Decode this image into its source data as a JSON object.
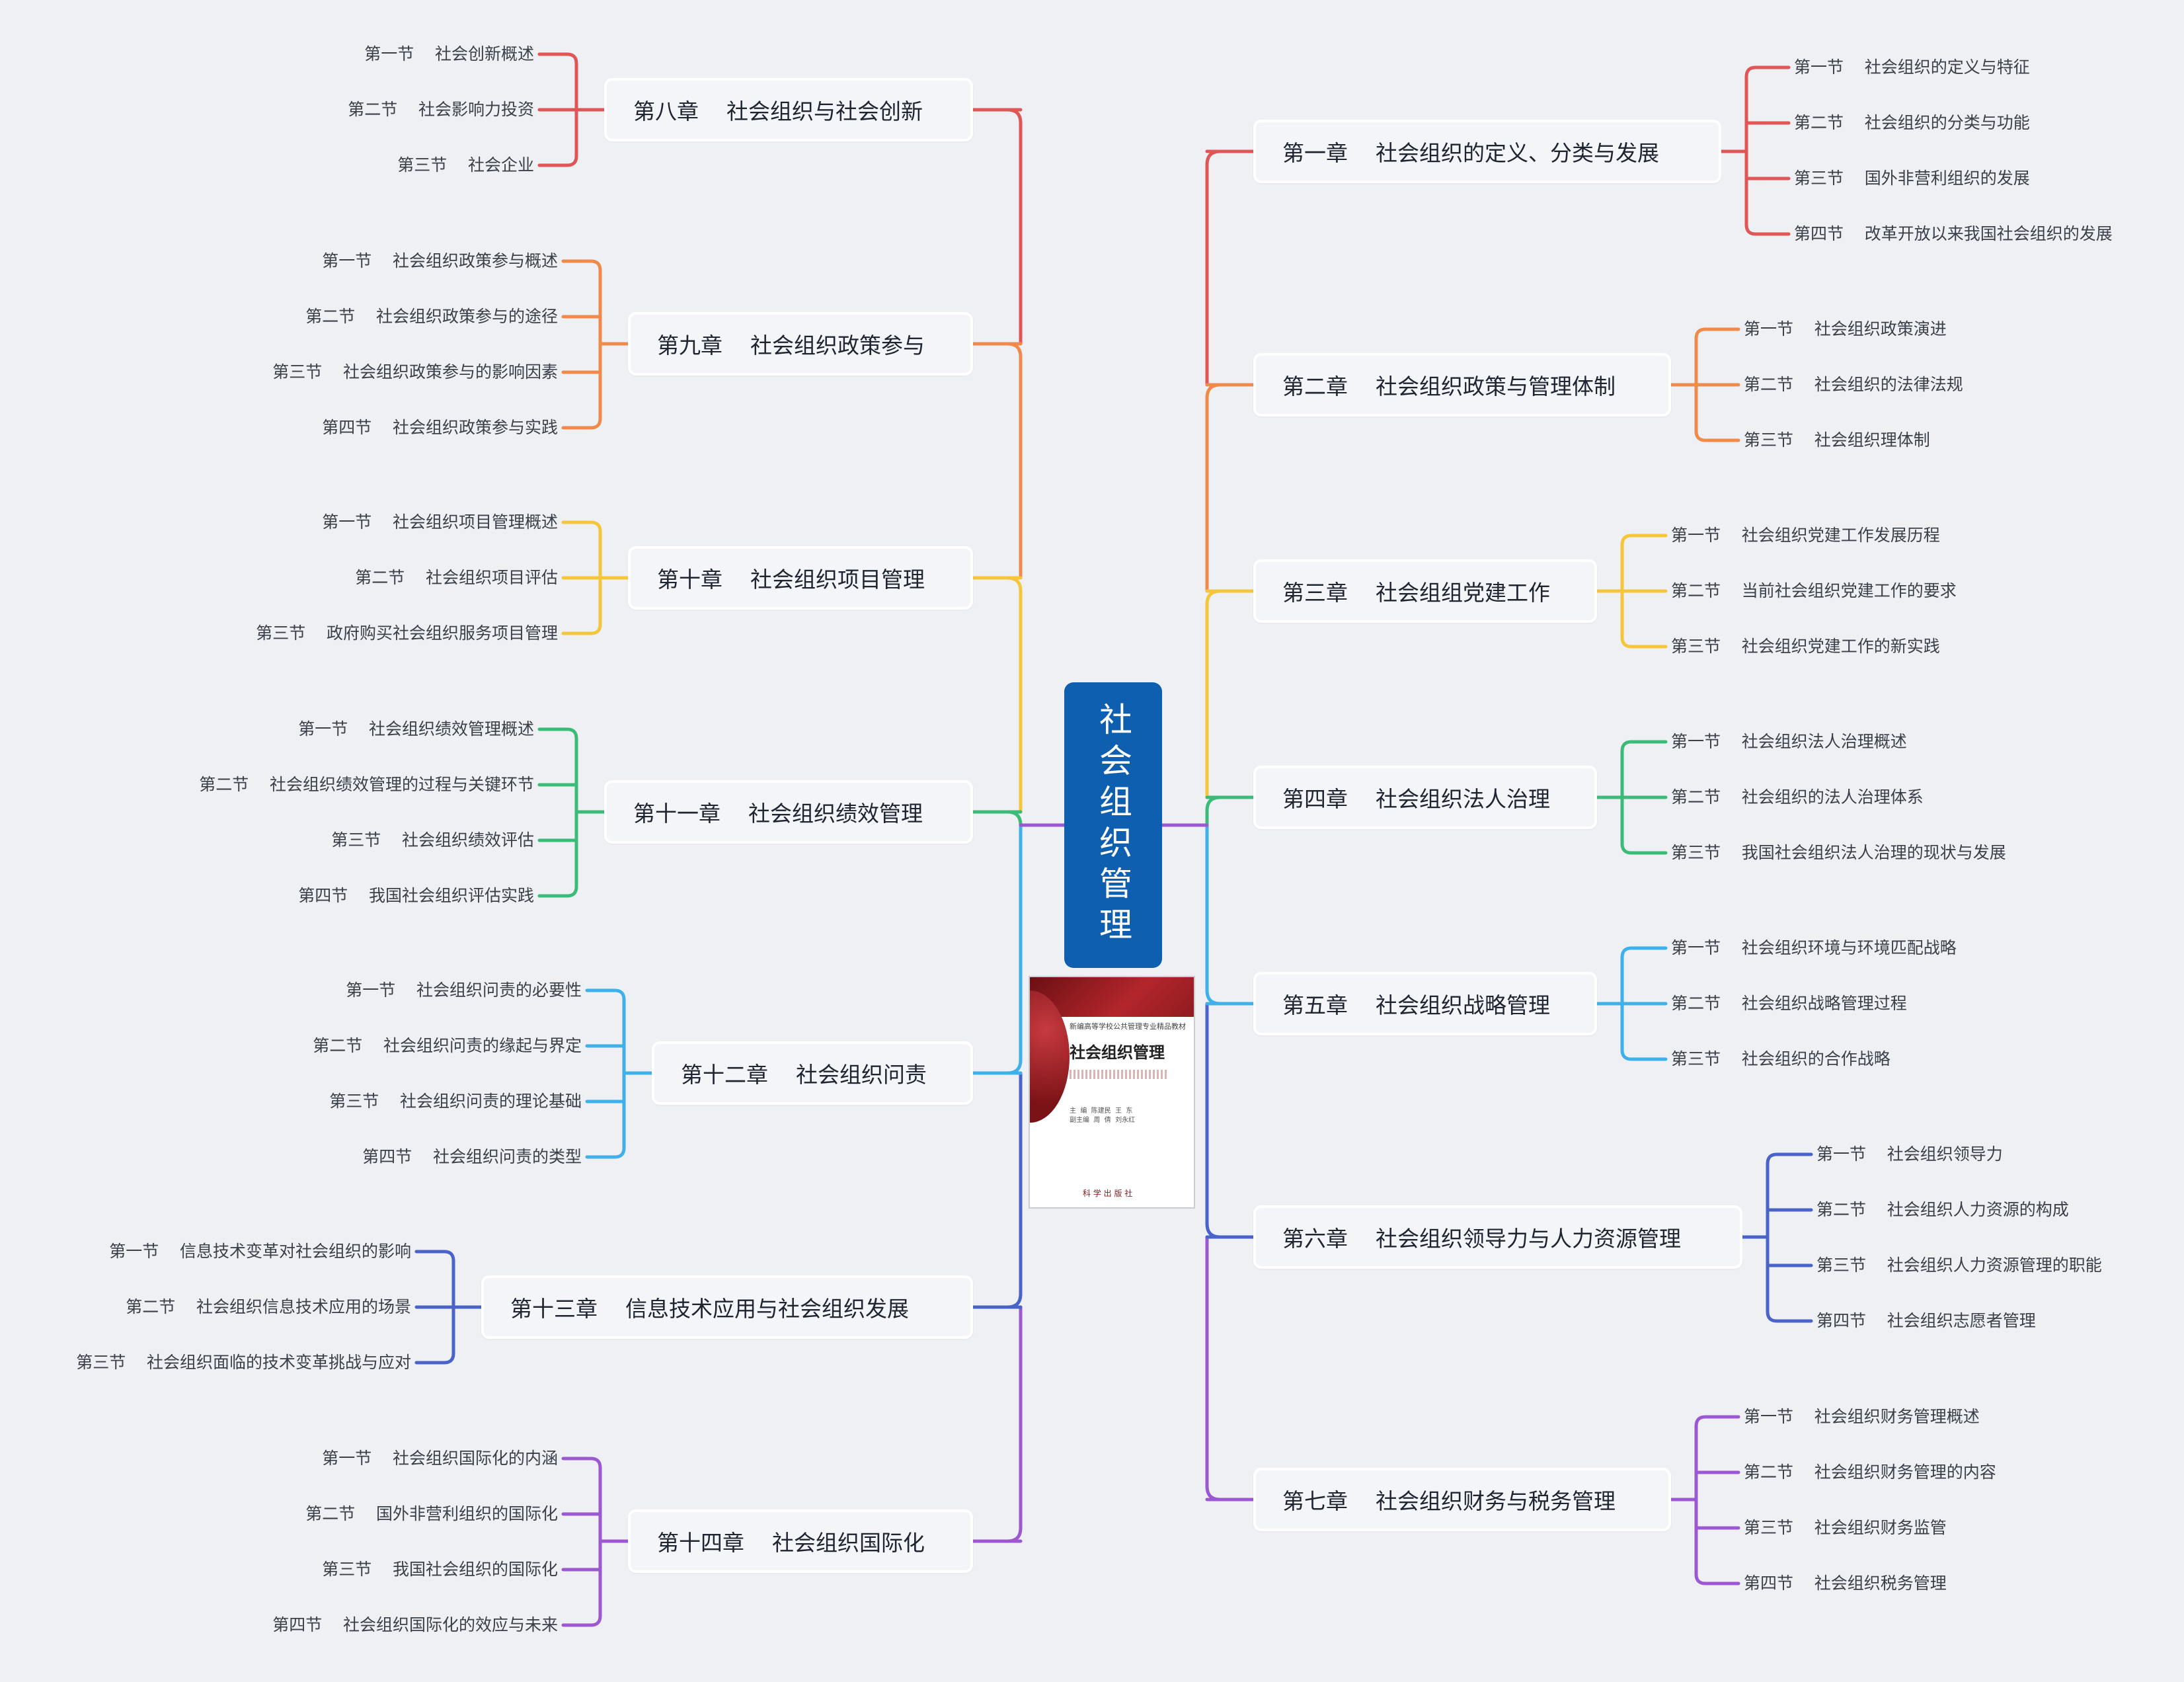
{
  "center": {
    "title": "社会组织管理"
  },
  "book_cover": {
    "series": "新编高等学校公共管理专业精品教材",
    "title": "社会组织管理",
    "editors": "主  编  陈建民  王  东\n副主编  周  倩  刘永红",
    "publisher": "科 学 出 版 社"
  },
  "colors": {
    "red": "#e05555",
    "orange": "#f08a4b",
    "yellow": "#f5c53c",
    "green": "#3cbb78",
    "blue": "#3fb0ea",
    "indigo": "#4a63c9",
    "purple": "#9b58d1",
    "center": "#0f5fb0"
  },
  "chapters_right": [
    {
      "title": "第一章    社会组织的定义、分类与发展",
      "color": "red",
      "sections": [
        "第一节    社会组织的定义与特征",
        "第二节    社会组织的分类与功能",
        "第三节    国外非营利组织的发展",
        "第四节    改革开放以来我国社会组织的发展"
      ]
    },
    {
      "title": "第二章    社会组织政策与管理体制",
      "color": "orange",
      "sections": [
        "第一节    社会组织政策演进",
        "第二节    社会组织的法律法规",
        "第三节    社会组织理体制"
      ]
    },
    {
      "title": "第三章    社会组组党建工作",
      "color": "yellow",
      "sections": [
        "第一节    社会组织党建工作发展历程",
        "第二节    当前社会组织党建工作的要求",
        "第三节    社会组织党建工作的新实践"
      ]
    },
    {
      "title": "第四章    社会组织法人治理",
      "color": "green",
      "sections": [
        "第一节    社会组织法人治理概述",
        "第二节    社会组织的法人治理体系",
        "第三节    我国社会组织法人治理的现状与发展"
      ]
    },
    {
      "title": "第五章    社会组织战略管理",
      "color": "blue",
      "sections": [
        "第一节    社会组织环境与环境匹配战略",
        "第二节    社会组织战略管理过程",
        "第三节    社会组织的合作战略"
      ]
    },
    {
      "title": "第六章    社会组织领导力与人力资源管理",
      "color": "indigo",
      "sections": [
        "第一节    社会组织领导力",
        "第二节    社会组织人力资源的构成",
        "第三节    社会组织人力资源管理的职能",
        "第四节    社会组织志愿者管理"
      ]
    },
    {
      "title": "第七章    社会组织财务与税务管理",
      "color": "purple",
      "sections": [
        "第一节    社会组织财务管理概述",
        "第二节    社会组织财务管理的内容",
        "第三节    社会组织财务监管",
        "第四节    社会组织税务管理"
      ]
    }
  ],
  "chapters_left": [
    {
      "title": "第八章    社会组织与社会创新",
      "color": "red",
      "sections": [
        "第一节    社会创新概述",
        "第二节    社会影响力投资",
        "第三节    社会企业"
      ]
    },
    {
      "title": "第九章    社会组织政策参与",
      "color": "orange",
      "sections": [
        "第一节    社会组织政策参与概述",
        "第二节    社会组织政策参与的途径",
        "第三节    社会组织政策参与的影响因素",
        "第四节    社会组织政策参与实践"
      ]
    },
    {
      "title": "第十章    社会组织项目管理",
      "color": "yellow",
      "sections": [
        "第一节    社会组织项目管理概述",
        "第二节    社会组织项目评估",
        "第三节    政府购买社会组织服务项目管理"
      ]
    },
    {
      "title": "第十一章    社会组织绩效管理",
      "color": "green",
      "sections": [
        "第一节    社会组织绩效管理概述",
        "第二节    社会组织绩效管理的过程与关键环节",
        "第三节    社会组织绩效评估",
        "第四节    我国社会组织评估实践"
      ]
    },
    {
      "title": "第十二章    社会组织问责",
      "color": "blue",
      "sections": [
        "第一节    社会组织问责的必要性",
        "第二节    社会组织问责的缘起与界定",
        "第三节    社会组织问责的理论基础",
        "第四节    社会组织问责的类型"
      ]
    },
    {
      "title": "第十三章    信息技术应用与社会组织发展",
      "color": "indigo",
      "sections": [
        "第一节    信息技术变革对社会组织的影响",
        "第二节    社会组织信息技术应用的场景",
        "第三节    社会组织面临的技术变革挑战与应对"
      ]
    },
    {
      "title": "第十四章    社会组织国际化",
      "color": "purple",
      "sections": [
        "第一节    社会组织国际化的内涵",
        "第二节    国外非营利组织的国际化",
        "第三节    我国社会组织的国际化",
        "第四节    社会组织国际化的效应与未来"
      ]
    }
  ]
}
